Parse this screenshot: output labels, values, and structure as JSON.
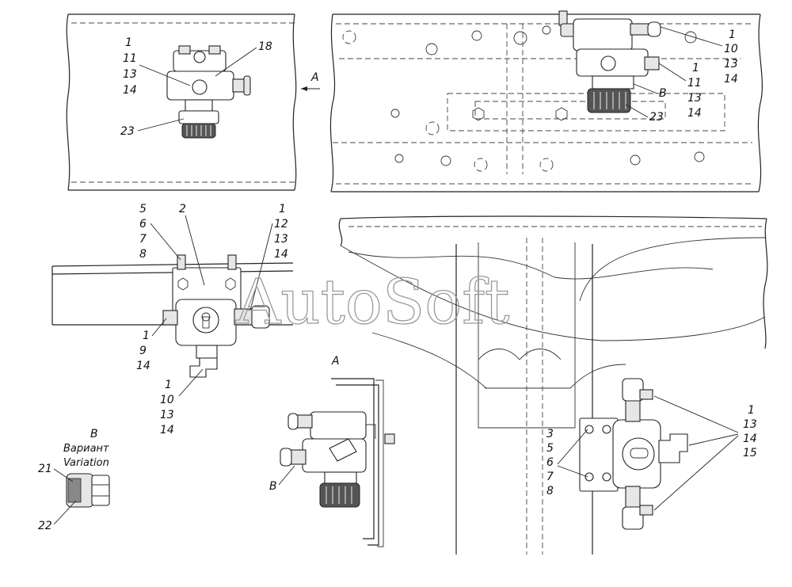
{
  "watermark": "AutoSoft",
  "callouts": {
    "tl_top": [
      "1",
      "11",
      "13",
      "14"
    ],
    "tl_18": "18",
    "tl_23": "23",
    "arrow_a": "A",
    "tr_top": [
      "1",
      "10",
      "13",
      "14"
    ],
    "tr_mid": [
      "1",
      "11",
      "13",
      "14"
    ],
    "tr_b": "B",
    "tr_23": "23",
    "ml_left_top": [
      "5",
      "6",
      "7",
      "8"
    ],
    "ml_2": "2",
    "ml_right_top": [
      "1",
      "12",
      "13",
      "14"
    ],
    "ml_left_bottom": [
      "1",
      "9",
      "14"
    ],
    "ml_bottom": [
      "1",
      "10",
      "13",
      "14"
    ],
    "view_a": "A",
    "view_a_b": "B",
    "detail_b_title": "B",
    "detail_b_ru": "Вариант",
    "detail_b_en": "Variation",
    "detail_b_21": "21",
    "detail_b_22": "22",
    "br_center": [
      "3",
      "5",
      "6",
      "7",
      "8"
    ],
    "br_right": [
      "1",
      "13",
      "14",
      "15"
    ]
  }
}
